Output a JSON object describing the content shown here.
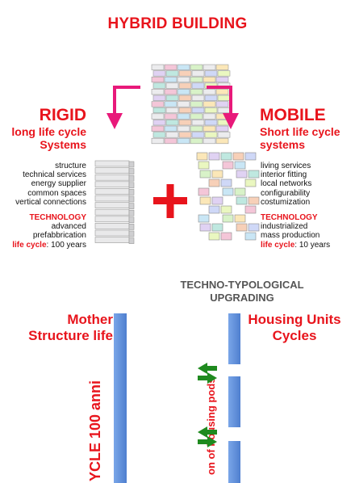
{
  "title": "HYBRID BUILDING",
  "rigid": {
    "heading": "RIGID",
    "subtitle_lines": [
      "long life cycle",
      "Systems"
    ],
    "items": [
      "structure",
      "technical services",
      "energy supplier",
      "common spaces",
      "vertical connections"
    ],
    "technology_label": "TECHNOLOGY",
    "technology_items": [
      "advanced",
      "prefabbrication"
    ],
    "life_cycle_label": "life cycle",
    "life_cycle_value": ": 100 years"
  },
  "mobile": {
    "heading": "MOBILE",
    "subtitle_lines": [
      "Short life cycle",
      "systems"
    ],
    "items": [
      "living services",
      "interior fitting",
      "local networks",
      "configurability",
      "costumization"
    ],
    "technology_label": "TECHNOLOGY",
    "technology_items": [
      "industrialized",
      "mass production"
    ],
    "life_cycle_label": "life cycle",
    "life_cycle_value": ": 10 years"
  },
  "upgrading": {
    "line1": "TECHNO-TYPOLOGICAL",
    "line2": "UPGRADING"
  },
  "mother": {
    "line1": "Mother",
    "line2": "Structure life",
    "vertical_label": "YCLE 100 anni"
  },
  "housing": {
    "line1": "Housing Units",
    "line2": "Cycles",
    "vertical_label": "on of housing pods"
  },
  "colors": {
    "red": "#e8141c",
    "magenta": "#e8197a",
    "blue": "#5b8fd9",
    "green": "#1f8a1f",
    "grey": "#555555"
  }
}
